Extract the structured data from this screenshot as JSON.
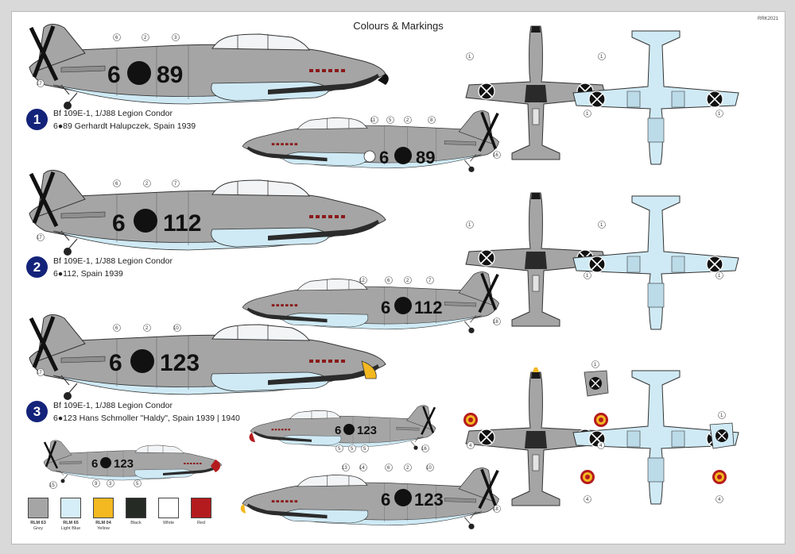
{
  "title": "Colours & Markings",
  "sheet_code": "RRK2021",
  "schemes": [
    {
      "badge": "1",
      "line1": "Bf 109E-1, 1/J88 Legion Condor",
      "line2": "6●89 Gerhardt Halupczek, Spain 1939"
    },
    {
      "badge": "2",
      "line1": "Bf 109E-1, 1/J88 Legion Condor",
      "line2": "6●112, Spain 1939"
    },
    {
      "badge": "3",
      "line1": "Bf 109E-1, 1/J88 Legion Condor",
      "line2": "6●123 Hans Schmoller \"Haldy\", Spain 1939 | 1940"
    }
  ],
  "codes": {
    "a_left": "6",
    "a_right": "89",
    "b_left": "6",
    "b_right": "112",
    "c_left": "6",
    "c_right": "123"
  },
  "callouts": {
    "n1": "1",
    "n2": "2",
    "n3": "3",
    "n4": "4",
    "n5": "5",
    "n6": "6",
    "n7": "7",
    "n8": "8",
    "n9": "9",
    "n10": "10",
    "n11": "11",
    "n12": "12",
    "n13": "13",
    "n14": "14",
    "n15": "15",
    "n16": "16",
    "n17": "17",
    "n18": "18"
  },
  "colors": {
    "grey": "#a5a5a5",
    "lightblue": "#cfeaf5",
    "yellow": "#f4b820",
    "black": "#111111",
    "white": "#ffffff",
    "red": "#b41b1e",
    "badge": "#14237a"
  },
  "legend": [
    {
      "code": "RLM 63",
      "name": "Grey",
      "color": "#a5a5a5"
    },
    {
      "code": "RLM 65",
      "name": "Light Blue",
      "color": "#d6eef8"
    },
    {
      "code": "RLM 04",
      "name": "Yellow",
      "color": "#f4b820"
    },
    {
      "code": "",
      "name": "Black",
      "color": "#252a24"
    },
    {
      "code": "",
      "name": "White",
      "color": "#ffffff"
    },
    {
      "code": "",
      "name": "Red",
      "color": "#b41b1e"
    }
  ]
}
